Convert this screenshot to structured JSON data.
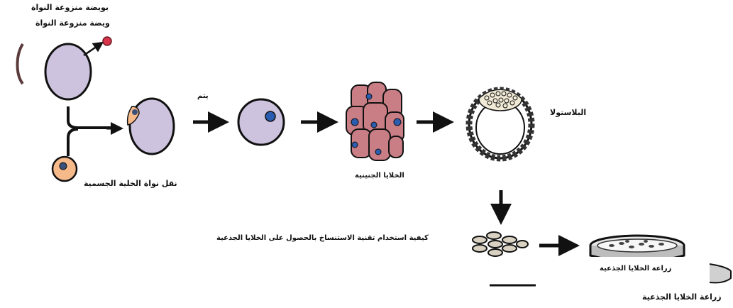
{
  "labels": {
    "egg_cell_top": "بويضة منزوعة النواة",
    "egg_cell_bottom": "ويضة منزوعة النواة",
    "nucleus_transfer": "نقل نواة الخلية الجسمية",
    "division": "يتم",
    "embryonic_cells": "الخلايا الجنينية",
    "blastula": "البلاستولا",
    "caption": "كيفية استخدام تقنية الاستنساخ بالحصول على الخلايا الجذعية",
    "stem_culture": "زراعة الخلايا الجذعية",
    "stem_culture_2": "زراعة الخلايا الجذعية"
  },
  "colors": {
    "egg": "#cdc3df",
    "somatic_cell": "#f5b98a",
    "nucleus": "#2a5db0",
    "removed_nucleus": "#d8344a",
    "morula": "#c97e86",
    "outline": "#111111"
  }
}
